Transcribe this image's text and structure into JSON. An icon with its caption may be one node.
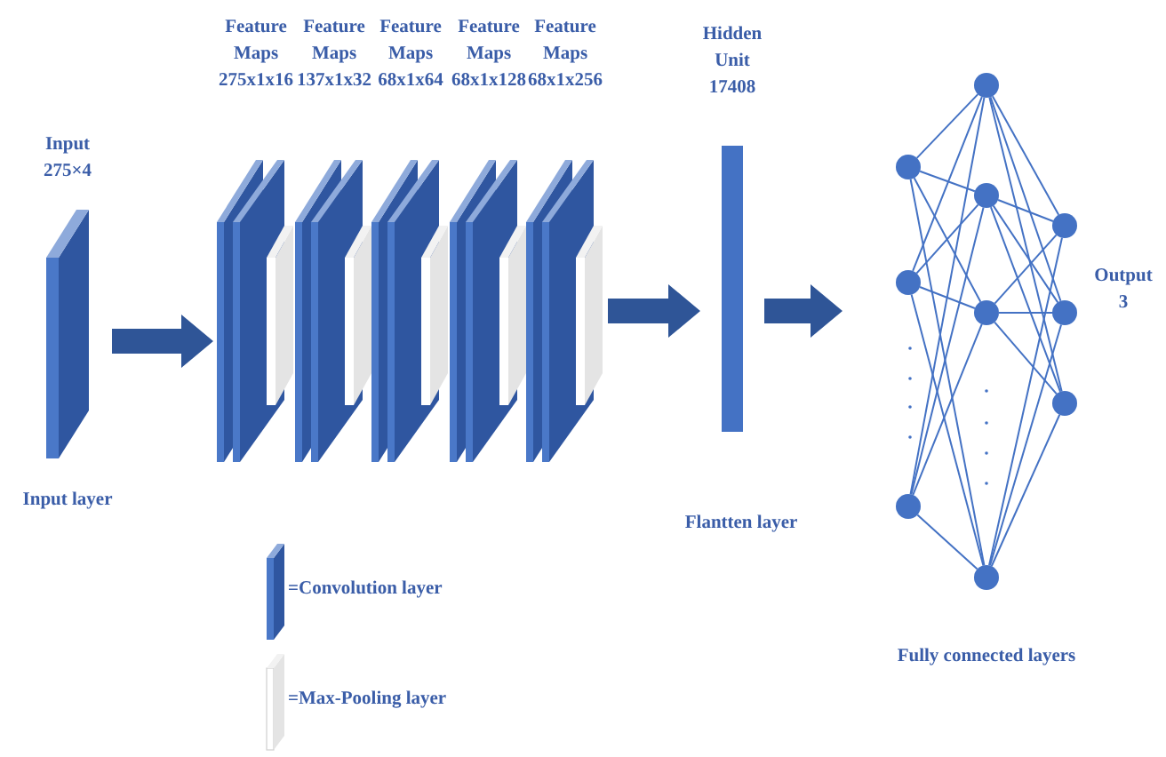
{
  "diagram": {
    "nodes": [
      {
        "text": [
          "Input 275×4"
        ],
        "beside": [
          "Input layer"
        ]
      },
      {
        "text": [
          "Feature Maps 275x1x16"
        ]
      },
      {
        "text": [
          "Feature Maps 137x1x32"
        ]
      },
      {
        "text": [
          "Feature Maps 68x1x64"
        ]
      },
      {
        "text": [
          "Feature Maps 68x1x128"
        ]
      },
      {
        "text": [
          "Feature Maps 68x1x256"
        ]
      },
      {
        "text": [
          "Hidden Unit 17408"
        ]
      },
      {
        "text": [],
        "shape": "circle"
      },
      {
        "text": [],
        "shape": "circle"
      },
      {
        "text": [],
        "shape": "circle"
      },
      {
        "text": [],
        "shape": "circle"
      },
      {
        "text": [],
        "shape": "circle"
      },
      {
        "text": [],
        "shape": "circle"
      },
      {
        "text": [],
        "shape": "circle"
      },
      {
        "text": [],
        "shape": "circle"
      },
      {
        "text": [],
        "shape": "circle"
      },
      {
        "text": [],
        "shape": "circle"
      }
    ],
    "edges": [
      {
        "from": 0,
        "to": 1,
        "arrow": "to",
        "style": "thick",
        "color": "#2f5597"
      },
      {
        "from": 5,
        "to": 6,
        "arrow": "to",
        "style": "thick",
        "color": "#2f5597"
      },
      {
        "from": 6,
        "to": null,
        "arrow": "to",
        "style": "thick",
        "color": "#2f5597"
      },
      {
        "from": 7,
        "to": 10,
        "arrow": "none"
      },
      {
        "from": 7,
        "to": 11,
        "arrow": "none"
      },
      {
        "from": 7,
        "to": 12,
        "arrow": "none"
      },
      {
        "from": 7,
        "to": 13,
        "arrow": "none"
      },
      {
        "from": 8,
        "to": 10,
        "arrow": "none"
      },
      {
        "from": 8,
        "to": 11,
        "arrow": "none"
      },
      {
        "from": 8,
        "to": 12,
        "arrow": "none"
      },
      {
        "from": 8,
        "to": 13,
        "arrow": "none"
      },
      {
        "from": 9,
        "to": 10,
        "arrow": "none"
      },
      {
        "from": 9,
        "to": 11,
        "arrow": "none"
      },
      {
        "from": 9,
        "to": 12,
        "arrow": "none"
      },
      {
        "from": 9,
        "to": 13,
        "arrow": "none"
      },
      {
        "from": 10,
        "to": 14,
        "arrow": "none"
      },
      {
        "from": 10,
        "to": 15,
        "arrow": "none"
      },
      {
        "from": 10,
        "to": 16,
        "arrow": "none"
      },
      {
        "from": 11,
        "to": 14,
        "arrow": "none"
      },
      {
        "from": 11,
        "to": 15,
        "arrow": "none"
      },
      {
        "from": 11,
        "to": 16,
        "arrow": "none"
      },
      {
        "from": 12,
        "to": 14,
        "arrow": "none"
      },
      {
        "from": 12,
        "to": 15,
        "arrow": "none"
      },
      {
        "from": 12,
        "to": 16,
        "arrow": "none"
      },
      {
        "from": 13,
        "to": 14,
        "arrow": "none"
      },
      {
        "from": 13,
        "to": 15,
        "arrow": "none"
      },
      {
        "from": 13,
        "to": 16,
        "arrow": "none"
      }
    ],
    "labels": [
      "Flantten layer",
      "Output 3",
      "Fully connected layers"
    ],
    "legend": [
      {
        "text": "=Convolution layer"
      },
      {
        "text": "=Max-Pooling layer"
      }
    ]
  }
}
